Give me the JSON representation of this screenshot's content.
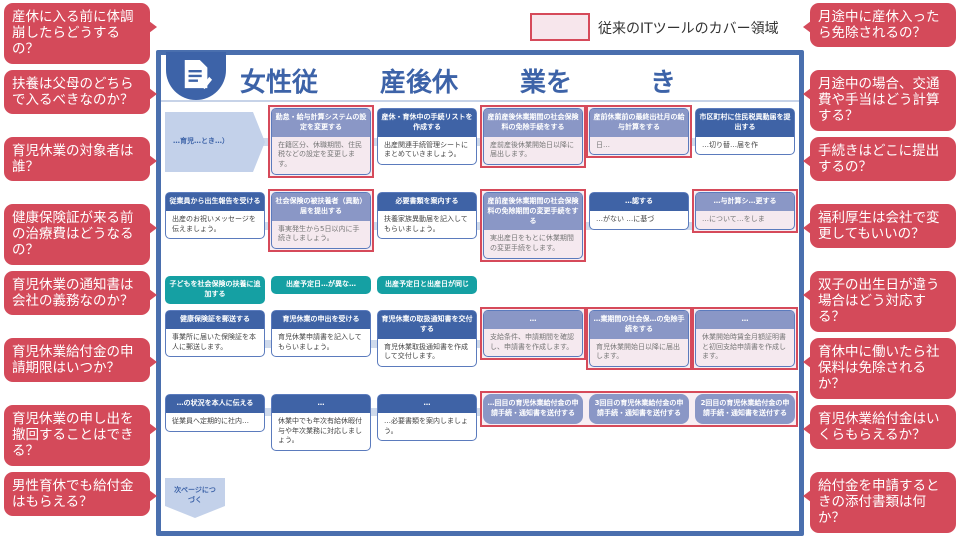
{
  "legend": {
    "label": "従来のITツールのカバー領域",
    "color": "#d64a5a",
    "fill": "#f7e6ec"
  },
  "title_fragments": [
    "女性従",
    "産後休",
    "業を",
    "き"
  ],
  "start_chevron": "…育児…とき…）",
  "next_page": "次ページにつづく",
  "flow_boxes": [
    {
      "heading": "勤怠・給与計算システムの設定を変更する",
      "body": "在籍区分、休職期間、住民税などの設定を変更します。"
    },
    {
      "heading": "産休・育休中の手続リストを作成する",
      "body": "出産関連手続管理シートにまとめていきましょう。"
    },
    {
      "heading": "産前産後休業期間の社会保険料の免除手続をする",
      "body": "産前産後休業開始日以降に届出します。"
    },
    {
      "heading": "産前休業前の最終出社月の給与計算をする",
      "body": "日…"
    },
    {
      "heading": "市区町村に住民税異動届を提出する",
      "body": "…切り替…届を作"
    },
    {
      "heading": "従業員から出生報告を受ける",
      "body": "出産のお祝いメッセージを伝えましょう。"
    },
    {
      "heading": "社会保険の被扶養者（異動）届を提出する",
      "body": "事実発生から5日以内に手続きしましょう。"
    },
    {
      "heading": "必要書類を案内する",
      "body": "扶養家族異動届を記入してもらいましょう。"
    },
    {
      "heading": "産前産後休業期間の社会保険料の免除期間の変更手続をする",
      "body": "実出産日をもとに休業期間の変更手続をします。"
    },
    {
      "heading": "…認する",
      "body": "…がない …に基づ"
    },
    {
      "heading": "…与計算シ…更する",
      "body": "…について…をしま"
    },
    {
      "heading": "健康保険証を郵送する",
      "body": "事業所に届いた保険証を本人に郵送します。"
    },
    {
      "heading": "育児休業の申出を受ける",
      "body": "育児休業申請書を記入してもらいましょう。"
    },
    {
      "heading": "育児休業の取扱通知書を交付する",
      "body": "育児休業取扱通知書を作成して交付します。"
    },
    {
      "heading": "…",
      "body": "支給条件、申請期間を確認し、申請書を作成します。"
    },
    {
      "heading": "…業期間の社会保…の免除手続をする",
      "body": "育児休業開始日以降に届出します。"
    },
    {
      "heading": "…",
      "body": "休業開始時賃金月額証明書と初回支給申請書を作成します。"
    },
    {
      "heading": "…の状況を本人に伝える",
      "body": "従業員へ定期的に社内…"
    },
    {
      "heading": "…",
      "body": "休業中でも年次有給休暇付与や年次業務に対応しましょう。"
    },
    {
      "heading": "…",
      "body": "…必要書類を案内しましょう。"
    }
  ],
  "teal_steps": [
    "子どもを社会保険の扶養に追加する",
    "出産予定日…が異な…",
    "出産予定日と出産日が同じ"
  ],
  "benefit_steps": [
    "…回目の育児休業給付金の申請手続・通知書を送付する",
    "3回目の育児休業給付金の申請手続・通知書を送付する",
    "2回目の育児休業給付金の申請手続・通知書を送付する"
  ],
  "questions": [
    "産休に入る前に体調崩したらどうするの？",
    "月途中に産休入ったら免除されるの？",
    "月途中の場合、交通費や手当はどう計算する？",
    "扶養は父母のどちらで入るべきなのか？",
    "手続きはどこに提出するの？",
    "福利厚生は会社で変更してもいいの？",
    "双子の出生日が違う場合はどう対応する？",
    "育児休業の対象者は誰？",
    "健康保険証が来る前の治療費はどうなるの？",
    "育児休業の通知書は会社の義務なのか？",
    "育休中に働いたら社保料は免除されるか？",
    "育児休業給付金はいくらもらえるか？",
    "育児休業の申し出を撤回することはできる？",
    "育児休業給付金の申請期限はいつか？",
    "男性育休でも給付金はもらえる？",
    "給付金を申請するときの添付書類は何か？"
  ]
}
